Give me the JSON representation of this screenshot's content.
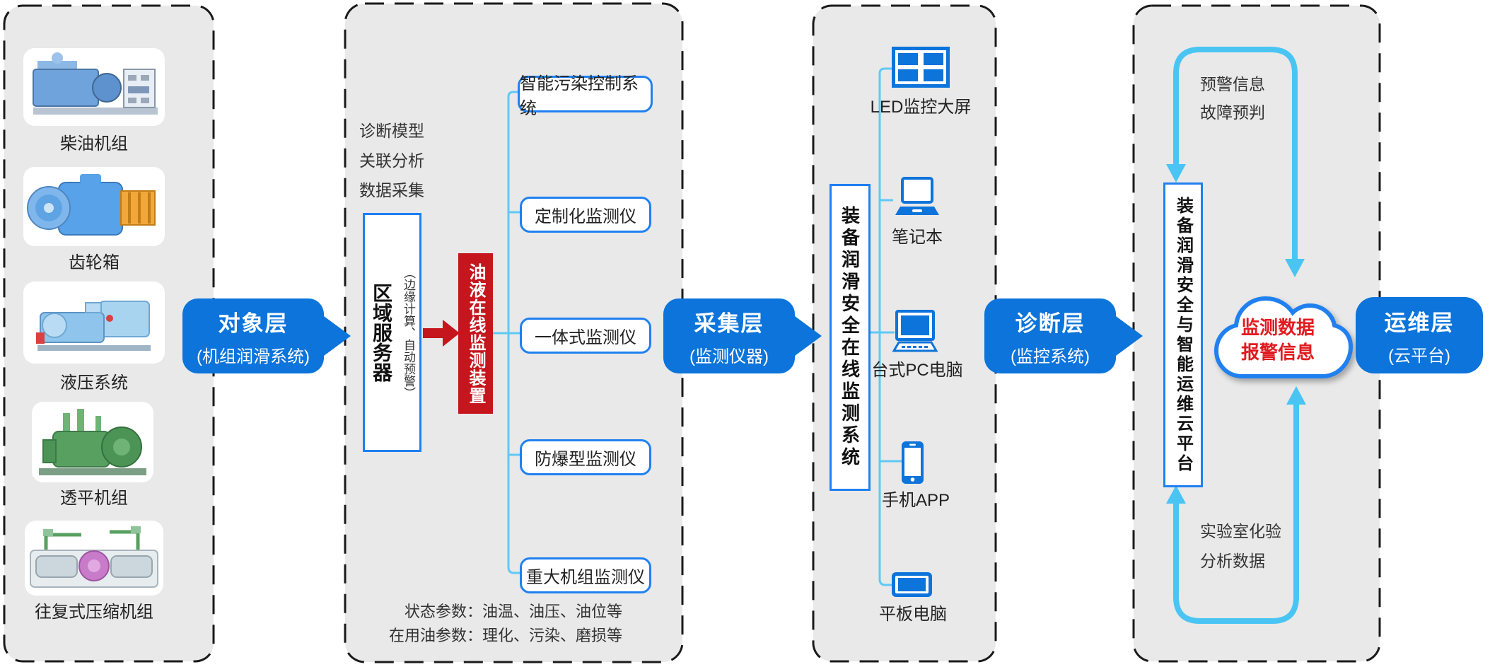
{
  "colors": {
    "accent_blue": "#0C74DB",
    "box_border_blue": "#2080F0",
    "cyan_line": "#5FC9F5",
    "cycle_arrow": "#4AC5F3",
    "red": "#C5161D",
    "cloud_text_red": "#E11A1F",
    "panel_bg": "#E9E9E9",
    "dash_border": "#1A1A1A"
  },
  "panel1": {
    "items": [
      {
        "label": "柴油机组"
      },
      {
        "label": "齿轮箱"
      },
      {
        "label": "液压系统"
      },
      {
        "label": "透平机组"
      },
      {
        "label": "往复式压缩机组"
      }
    ]
  },
  "arrows": {
    "object": {
      "title": "对象层",
      "subtitle": "(机组润滑系统)"
    },
    "collect": {
      "title": "采集层",
      "subtitle": "(监测仪器)"
    },
    "diagnose": {
      "title": "诊断层",
      "subtitle": "(监控系统)"
    },
    "operate": {
      "title": "运维层",
      "subtitle": "(云平台)"
    }
  },
  "panel2": {
    "notes": [
      "诊断模型",
      "关联分析",
      "数据采集"
    ],
    "server": {
      "title": "区域服务器",
      "subtitle": "（边缘计算、自动预警）"
    },
    "device": "油液在线监测装置",
    "monitors": [
      "智能污染控制系统",
      "定制化监测仪",
      "一体式监测仪",
      "防爆型监测仪",
      "重大机组监测仪"
    ],
    "params": [
      "状态参数：油温、油压、油位等",
      "在用油参数：理化、污染、磨损等"
    ]
  },
  "panel3": {
    "system": "装备润滑安全在线监测系统",
    "devices": [
      "LED监控大屏",
      "笔记本",
      "台式PC电脑",
      "手机APP",
      "平板电脑"
    ]
  },
  "panel4": {
    "platform": "装备润滑安全与智能运维云平台",
    "top_labels": [
      "预警信息",
      "故障预判"
    ],
    "bottom_labels": [
      "实验室化验",
      "分析数据"
    ],
    "cloud": [
      "监测数据",
      "报警信息"
    ]
  }
}
